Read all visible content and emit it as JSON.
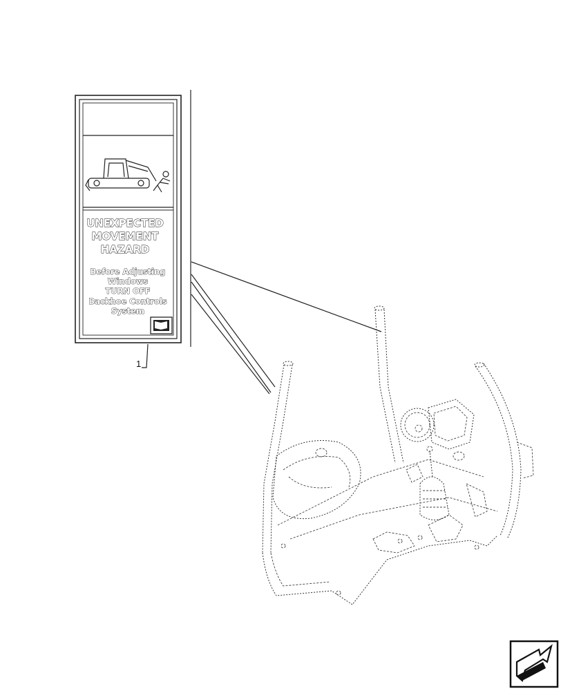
{
  "decal": {
    "heading": [
      "UNEXPECTED",
      "MOVEMENT",
      "HAZARD"
    ],
    "body": [
      "Before Adjusting",
      "Windows",
      "TURN OFF",
      "Backhoe Controls",
      "System"
    ],
    "pictogram": "backhoe-crush-hazard-icon",
    "manual_symbol": "operator-manual-icon"
  },
  "callout": {
    "number": "1"
  },
  "nav": {
    "icon": "next-page-arrow-icon"
  }
}
